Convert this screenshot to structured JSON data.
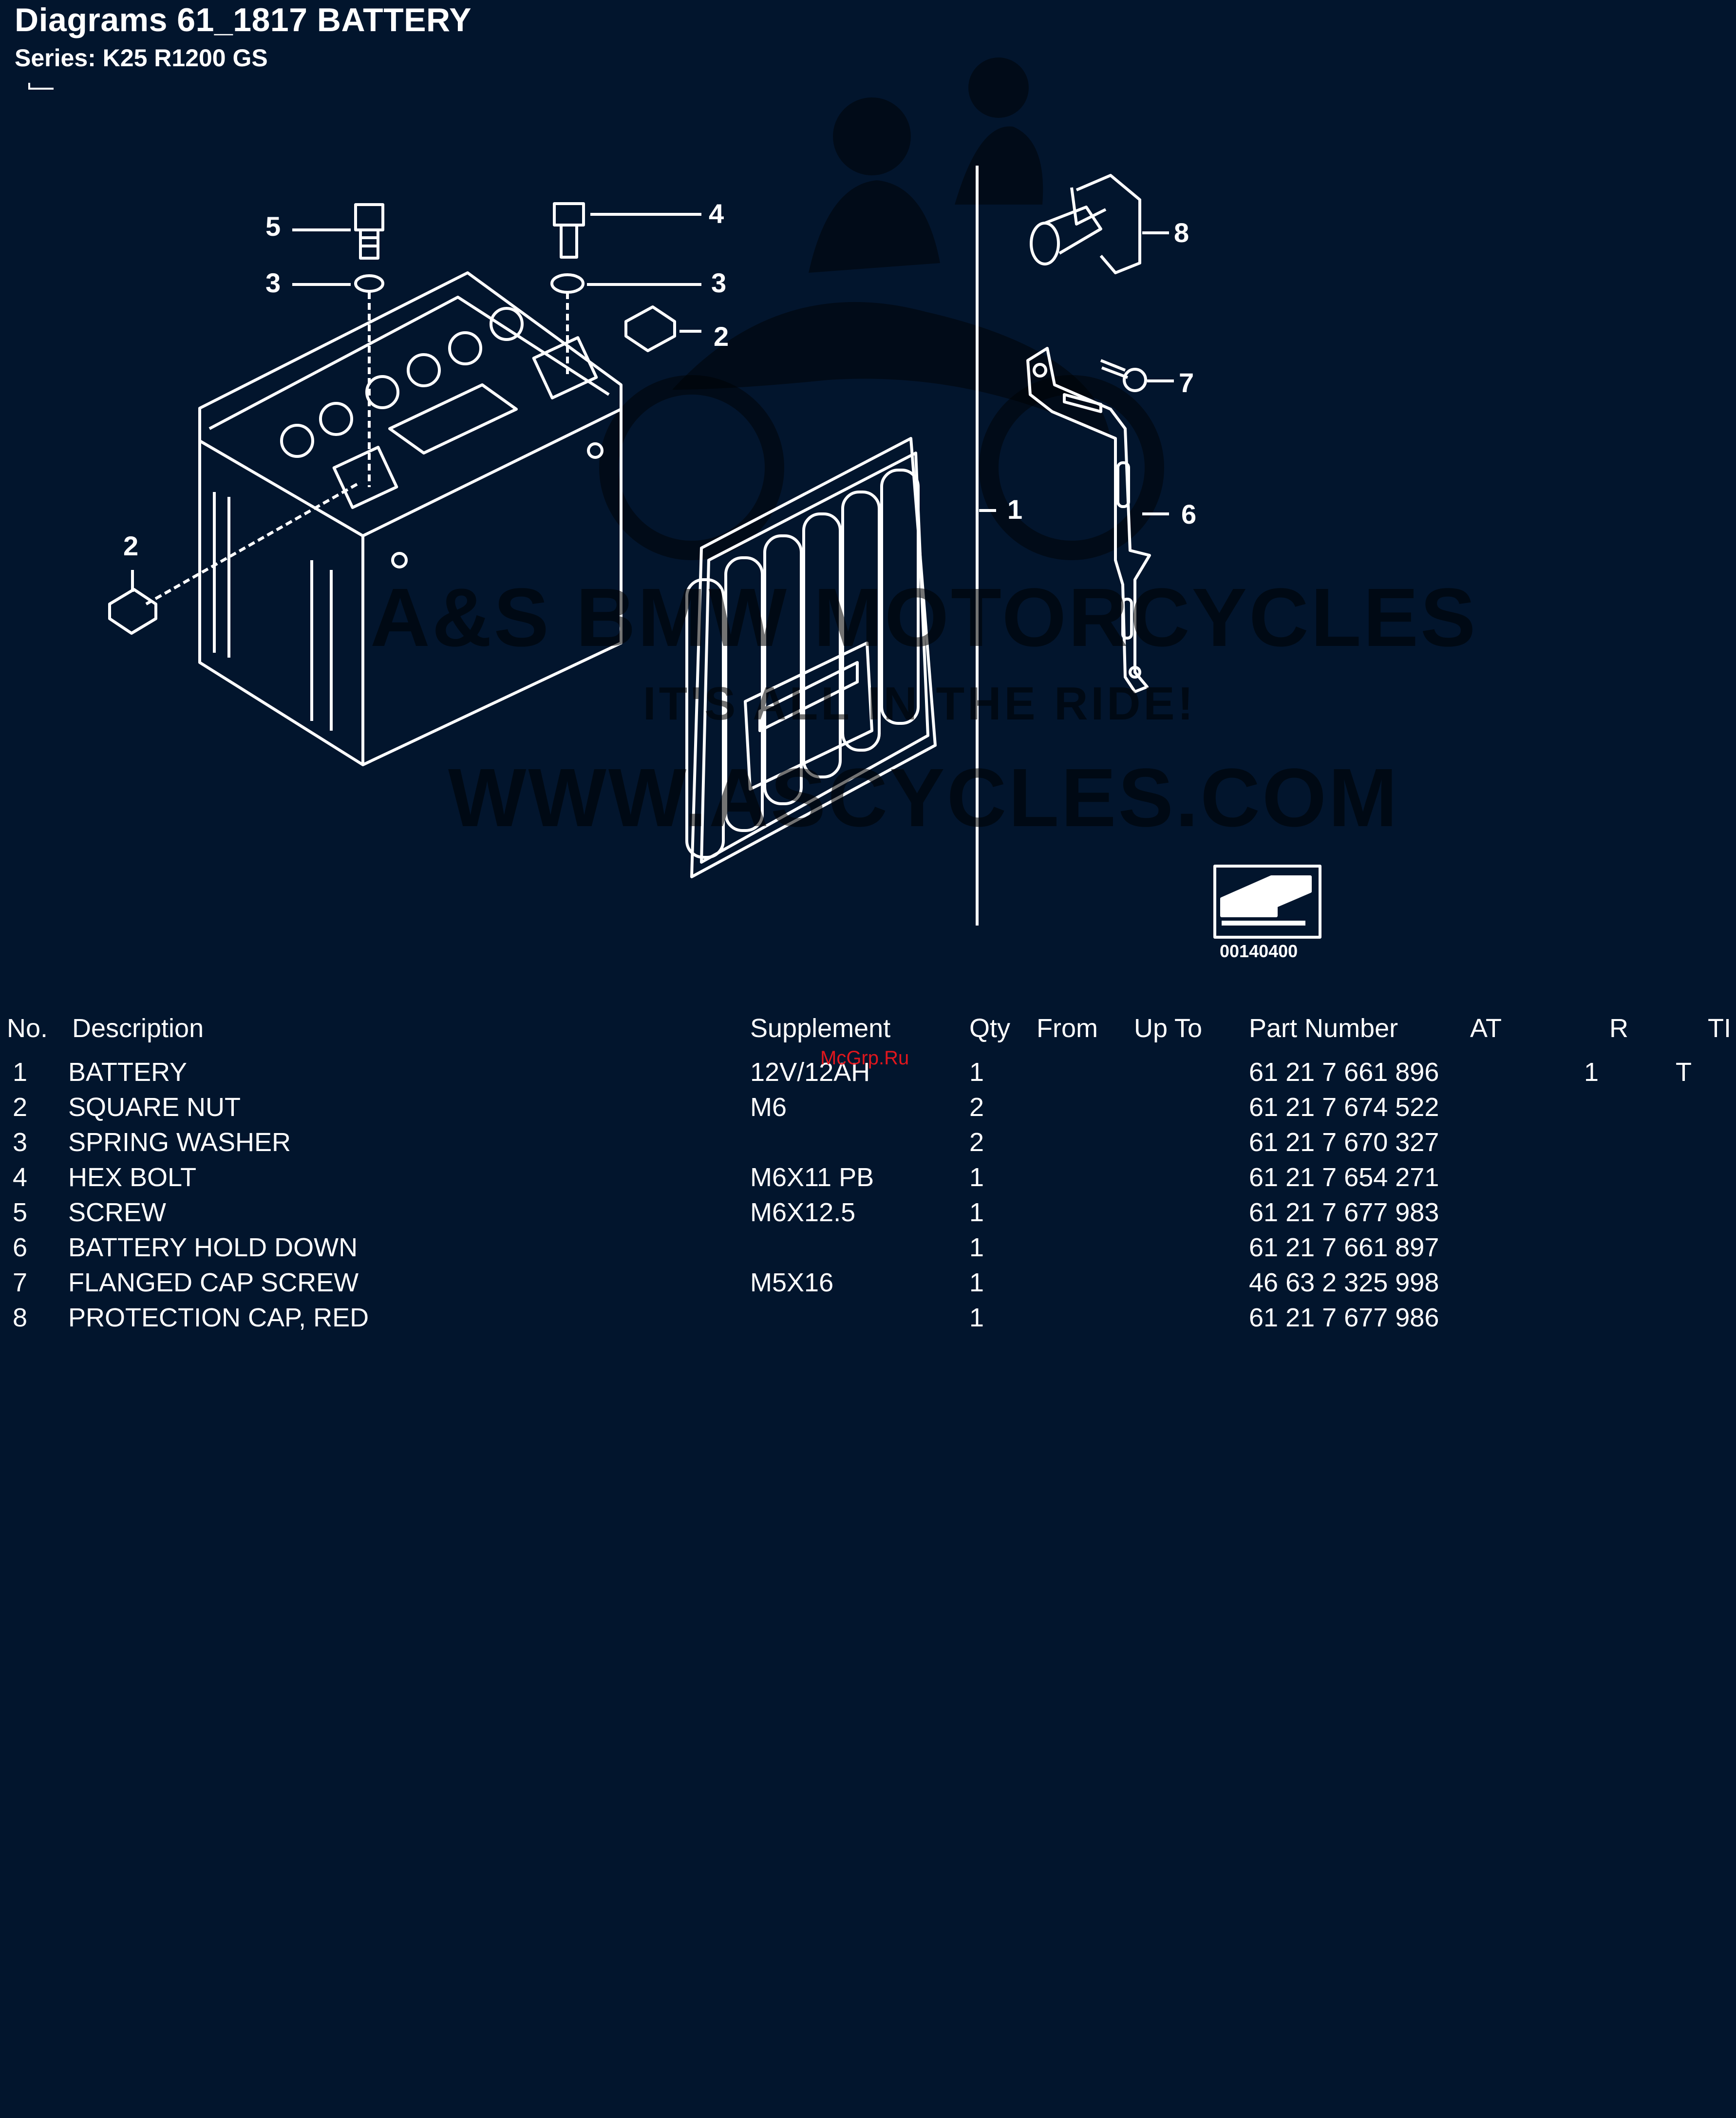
{
  "header": {
    "title": "Diagrams 61_1817 BATTERY",
    "series": "Series: K25 R1200 GS"
  },
  "diagram": {
    "callouts": [
      "5",
      "3",
      "4",
      "3",
      "2",
      "2",
      "8",
      "7",
      "1",
      "6"
    ],
    "image_code": "00140400",
    "watermark": {
      "name": "A&S BMW MOTORCYCLES",
      "slogan": "IT'S ALL IN THE RIDE!",
      "url": "WWW.ASCYCLES.COM"
    }
  },
  "overlay_credit": "McGrp.Ru",
  "parts_table": {
    "columns": [
      "No.",
      "Description",
      "Supplement",
      "Qty",
      "From",
      "Up To",
      "Part Number",
      "AT",
      "R",
      "TI"
    ],
    "rows": [
      {
        "no": "1",
        "description": "BATTERY",
        "supplement": "12V/12AH",
        "qty": "1",
        "from": "",
        "upto": "",
        "part_number": "61 21 7 661 896",
        "at": "",
        "r": "1",
        "ti": "T"
      },
      {
        "no": "2",
        "description": "SQUARE NUT",
        "supplement": "M6",
        "qty": "2",
        "from": "",
        "upto": "",
        "part_number": "61 21 7 674 522",
        "at": "",
        "r": "",
        "ti": ""
      },
      {
        "no": "3",
        "description": "SPRING WASHER",
        "supplement": "",
        "qty": "2",
        "from": "",
        "upto": "",
        "part_number": "61 21 7 670 327",
        "at": "",
        "r": "",
        "ti": ""
      },
      {
        "no": "4",
        "description": "HEX BOLT",
        "supplement": "M6X11 PB",
        "qty": "1",
        "from": "",
        "upto": "",
        "part_number": "61 21 7 654 271",
        "at": "",
        "r": "",
        "ti": ""
      },
      {
        "no": "5",
        "description": "SCREW",
        "supplement": "M6X12.5",
        "qty": "1",
        "from": "",
        "upto": "",
        "part_number": "61 21 7 677 983",
        "at": "",
        "r": "",
        "ti": ""
      },
      {
        "no": "6",
        "description": "BATTERY HOLD DOWN",
        "supplement": "",
        "qty": "1",
        "from": "",
        "upto": "",
        "part_number": "61 21 7 661 897",
        "at": "",
        "r": "",
        "ti": ""
      },
      {
        "no": "7",
        "description": "FLANGED CAP SCREW",
        "supplement": "M5X16",
        "qty": "1",
        "from": "",
        "upto": "",
        "part_number": "46 63 2 325 998",
        "at": "",
        "r": "",
        "ti": ""
      },
      {
        "no": "8",
        "description": "PROTECTION CAP, RED",
        "supplement": "",
        "qty": "1",
        "from": "",
        "upto": "",
        "part_number": "61 21 7 677 986",
        "at": "",
        "r": "",
        "ti": ""
      }
    ]
  }
}
